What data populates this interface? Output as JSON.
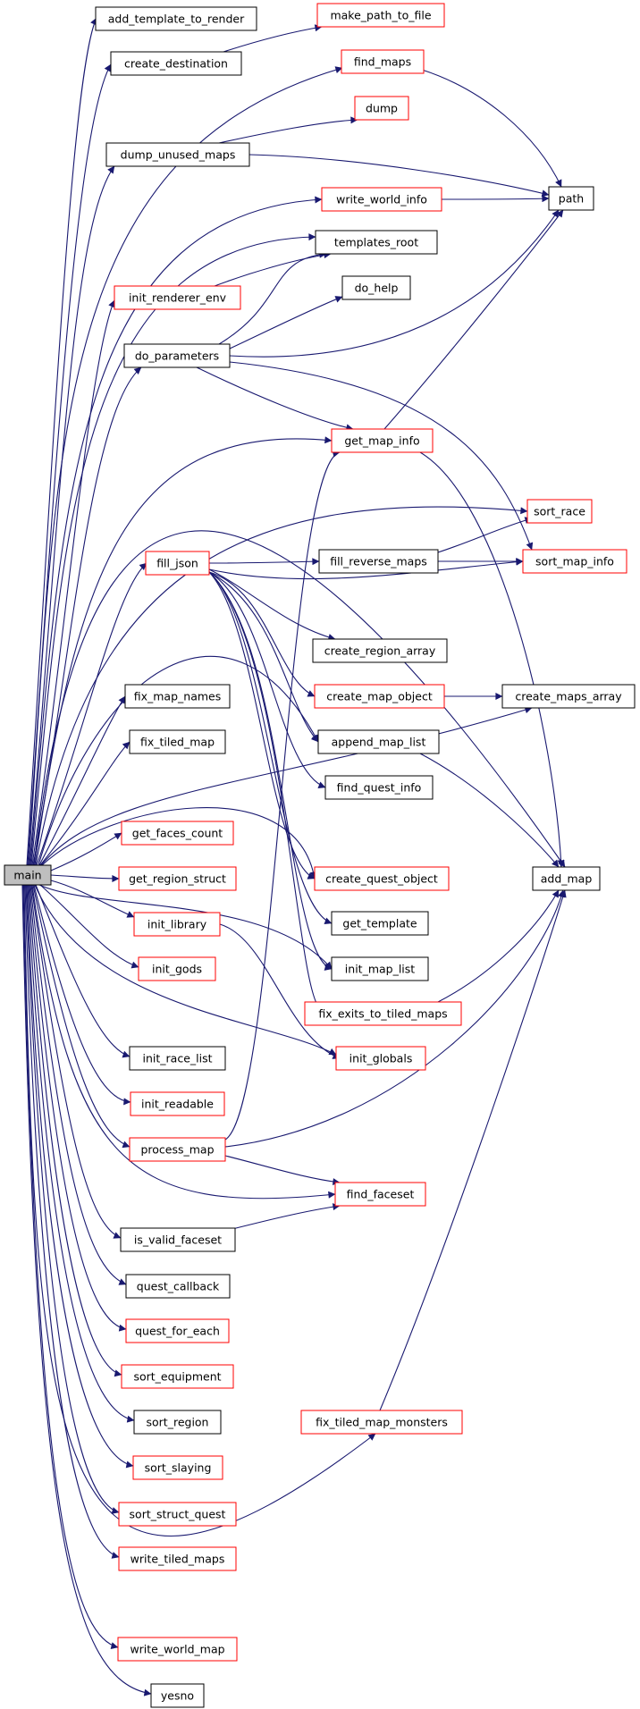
{
  "diagram": {
    "type": "call-graph",
    "colors": {
      "edge": "#191970",
      "root_fill": "#bfbfbf",
      "border_complete": "#000000",
      "border_truncated": "#ff0000",
      "node_fill": "#ffffff"
    },
    "nodes": [
      {
        "id": "main",
        "label": "main",
        "kind": "root"
      },
      {
        "id": "add_template_to_render",
        "label": "add_template_to_render",
        "kind": "complete"
      },
      {
        "id": "make_path_to_file",
        "label": "make_path_to_file",
        "kind": "truncated"
      },
      {
        "id": "create_destination",
        "label": "create_destination",
        "kind": "complete"
      },
      {
        "id": "find_maps",
        "label": "find_maps",
        "kind": "truncated"
      },
      {
        "id": "dump",
        "label": "dump",
        "kind": "truncated"
      },
      {
        "id": "dump_unused_maps",
        "label": "dump_unused_maps",
        "kind": "complete"
      },
      {
        "id": "write_world_info",
        "label": "write_world_info",
        "kind": "truncated"
      },
      {
        "id": "path",
        "label": "path",
        "kind": "complete"
      },
      {
        "id": "templates_root",
        "label": "templates_root",
        "kind": "complete"
      },
      {
        "id": "init_renderer_env",
        "label": "init_renderer_env",
        "kind": "truncated"
      },
      {
        "id": "do_help",
        "label": "do_help",
        "kind": "complete"
      },
      {
        "id": "do_parameters",
        "label": "do_parameters",
        "kind": "complete"
      },
      {
        "id": "get_map_info",
        "label": "get_map_info",
        "kind": "truncated"
      },
      {
        "id": "sort_race",
        "label": "sort_race",
        "kind": "truncated"
      },
      {
        "id": "fill_json",
        "label": "fill_json",
        "kind": "truncated"
      },
      {
        "id": "fill_reverse_maps",
        "label": "fill_reverse_maps",
        "kind": "complete"
      },
      {
        "id": "sort_map_info",
        "label": "sort_map_info",
        "kind": "truncated"
      },
      {
        "id": "create_region_array",
        "label": "create_region_array",
        "kind": "complete"
      },
      {
        "id": "fix_map_names",
        "label": "fix_map_names",
        "kind": "complete"
      },
      {
        "id": "create_map_object",
        "label": "create_map_object",
        "kind": "truncated"
      },
      {
        "id": "create_maps_array",
        "label": "create_maps_array",
        "kind": "complete"
      },
      {
        "id": "fix_tiled_map",
        "label": "fix_tiled_map",
        "kind": "complete"
      },
      {
        "id": "append_map_list",
        "label": "append_map_list",
        "kind": "complete"
      },
      {
        "id": "find_quest_info",
        "label": "find_quest_info",
        "kind": "complete"
      },
      {
        "id": "get_faces_count",
        "label": "get_faces_count",
        "kind": "truncated"
      },
      {
        "id": "get_region_struct",
        "label": "get_region_struct",
        "kind": "truncated"
      },
      {
        "id": "create_quest_object",
        "label": "create_quest_object",
        "kind": "truncated"
      },
      {
        "id": "add_map",
        "label": "add_map",
        "kind": "complete"
      },
      {
        "id": "init_library",
        "label": "init_library",
        "kind": "truncated"
      },
      {
        "id": "get_template",
        "label": "get_template",
        "kind": "complete"
      },
      {
        "id": "init_gods",
        "label": "init_gods",
        "kind": "truncated"
      },
      {
        "id": "init_map_list",
        "label": "init_map_list",
        "kind": "complete"
      },
      {
        "id": "fix_exits_to_tiled_maps",
        "label": "fix_exits_to_tiled_maps",
        "kind": "truncated"
      },
      {
        "id": "init_race_list",
        "label": "init_race_list",
        "kind": "complete"
      },
      {
        "id": "init_globals",
        "label": "init_globals",
        "kind": "truncated"
      },
      {
        "id": "init_readable",
        "label": "init_readable",
        "kind": "truncated"
      },
      {
        "id": "process_map",
        "label": "process_map",
        "kind": "truncated"
      },
      {
        "id": "find_faceset",
        "label": "find_faceset",
        "kind": "truncated"
      },
      {
        "id": "is_valid_faceset",
        "label": "is_valid_faceset",
        "kind": "complete"
      },
      {
        "id": "quest_callback",
        "label": "quest_callback",
        "kind": "complete"
      },
      {
        "id": "quest_for_each",
        "label": "quest_for_each",
        "kind": "truncated"
      },
      {
        "id": "sort_equipment",
        "label": "sort_equipment",
        "kind": "truncated"
      },
      {
        "id": "sort_region",
        "label": "sort_region",
        "kind": "complete"
      },
      {
        "id": "fix_tiled_map_monsters",
        "label": "fix_tiled_map_monsters",
        "kind": "truncated"
      },
      {
        "id": "sort_slaying",
        "label": "sort_slaying",
        "kind": "truncated"
      },
      {
        "id": "sort_struct_quest",
        "label": "sort_struct_quest",
        "kind": "truncated"
      },
      {
        "id": "write_tiled_maps",
        "label": "write_tiled_maps",
        "kind": "truncated"
      },
      {
        "id": "write_world_map",
        "label": "write_world_map",
        "kind": "truncated"
      },
      {
        "id": "yesno",
        "label": "yesno",
        "kind": "complete"
      }
    ],
    "edges": [
      [
        "main",
        "add_template_to_render"
      ],
      [
        "main",
        "create_destination"
      ],
      [
        "create_destination",
        "make_path_to_file"
      ],
      [
        "main",
        "find_maps"
      ],
      [
        "find_maps",
        "path"
      ],
      [
        "main",
        "dump_unused_maps"
      ],
      [
        "dump_unused_maps",
        "dump"
      ],
      [
        "dump_unused_maps",
        "path"
      ],
      [
        "main",
        "write_world_info"
      ],
      [
        "write_world_info",
        "path"
      ],
      [
        "main",
        "templates_root"
      ],
      [
        "main",
        "init_renderer_env"
      ],
      [
        "init_renderer_env",
        "templates_root"
      ],
      [
        "main",
        "do_parameters"
      ],
      [
        "do_parameters",
        "templates_root"
      ],
      [
        "do_parameters",
        "do_help"
      ],
      [
        "do_parameters",
        "path"
      ],
      [
        "do_parameters",
        "get_map_info"
      ],
      [
        "do_parameters",
        "sort_map_info"
      ],
      [
        "main",
        "add_map"
      ],
      [
        "main",
        "get_map_info"
      ],
      [
        "get_map_info",
        "path"
      ],
      [
        "get_map_info",
        "add_map"
      ],
      [
        "main",
        "sort_race"
      ],
      [
        "main",
        "fill_json"
      ],
      [
        "fill_json",
        "fill_reverse_maps"
      ],
      [
        "fill_reverse_maps",
        "sort_race"
      ],
      [
        "fill_reverse_maps",
        "sort_map_info"
      ],
      [
        "fill_json",
        "sort_map_info"
      ],
      [
        "fill_json",
        "create_region_array"
      ],
      [
        "fill_json",
        "create_map_object"
      ],
      [
        "create_map_object",
        "create_maps_array"
      ],
      [
        "fill_json",
        "append_map_list"
      ],
      [
        "fill_json",
        "find_quest_info"
      ],
      [
        "fill_json",
        "create_quest_object"
      ],
      [
        "fill_json",
        "get_template"
      ],
      [
        "fill_json",
        "init_map_list"
      ],
      [
        "fill_json",
        "fix_exits_to_tiled_maps"
      ],
      [
        "main",
        "append_map_list"
      ],
      [
        "append_map_list",
        "add_map"
      ],
      [
        "main",
        "fix_map_names"
      ],
      [
        "main",
        "fix_tiled_map"
      ],
      [
        "main",
        "create_maps_array"
      ],
      [
        "main",
        "create_quest_object"
      ],
      [
        "main",
        "get_faces_count"
      ],
      [
        "main",
        "get_region_struct"
      ],
      [
        "main",
        "init_library"
      ],
      [
        "init_library",
        "init_globals"
      ],
      [
        "main",
        "init_gods"
      ],
      [
        "main",
        "init_map_list"
      ],
      [
        "main",
        "init_race_list"
      ],
      [
        "main",
        "init_globals"
      ],
      [
        "main",
        "init_readable"
      ],
      [
        "main",
        "process_map"
      ],
      [
        "process_map",
        "get_map_info"
      ],
      [
        "process_map",
        "add_map"
      ],
      [
        "process_map",
        "find_faceset"
      ],
      [
        "fix_exits_to_tiled_maps",
        "add_map"
      ],
      [
        "main",
        "find_faceset"
      ],
      [
        "main",
        "is_valid_faceset"
      ],
      [
        "is_valid_faceset",
        "find_faceset"
      ],
      [
        "main",
        "quest_callback"
      ],
      [
        "main",
        "quest_for_each"
      ],
      [
        "main",
        "sort_equipment"
      ],
      [
        "main",
        "sort_region"
      ],
      [
        "main",
        "sort_slaying"
      ],
      [
        "main",
        "sort_struct_quest"
      ],
      [
        "main",
        "write_tiled_maps"
      ],
      [
        "main",
        "fix_tiled_map_monsters"
      ],
      [
        "fix_tiled_map_monsters",
        "add_map"
      ],
      [
        "main",
        "write_world_map"
      ],
      [
        "main",
        "yesno"
      ]
    ]
  }
}
